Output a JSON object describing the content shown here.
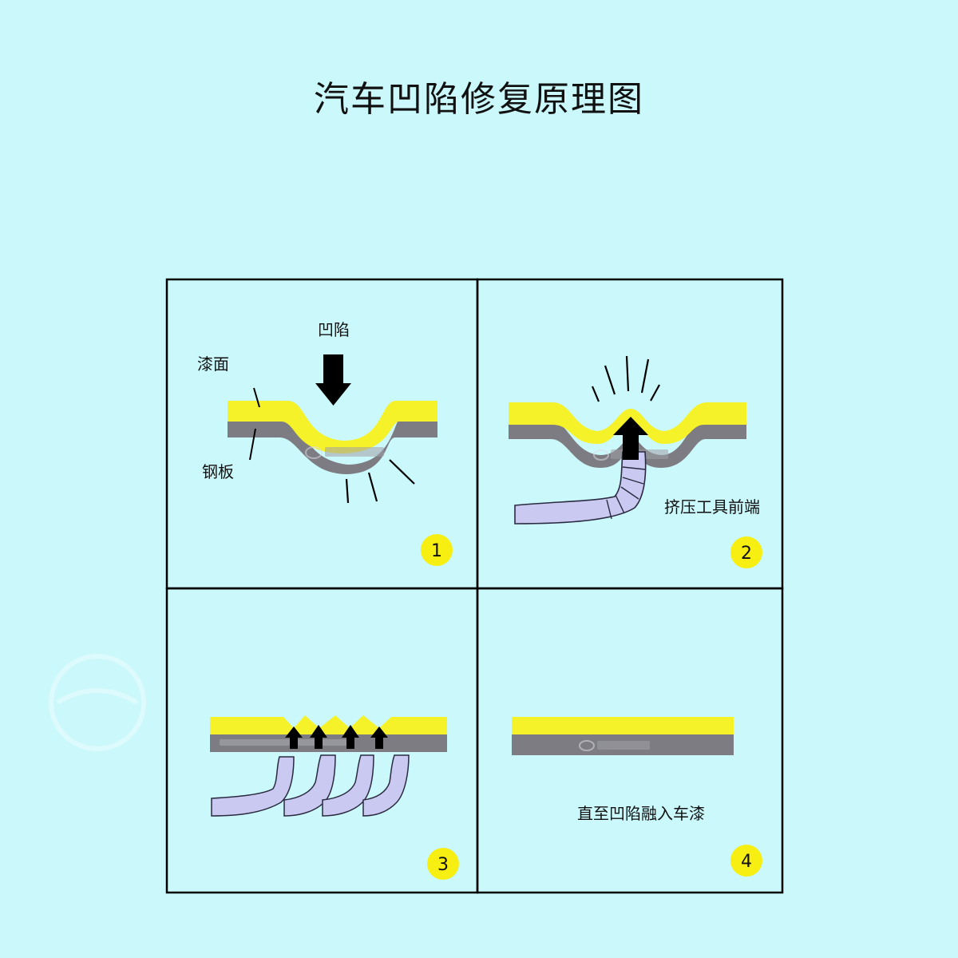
{
  "title": "汽车凹陷修复原理图",
  "colors": {
    "background": "#cbf8fb",
    "paint_layer": "#f5f229",
    "steel_layer": "#7c7c82",
    "tool": "#c9c9f2",
    "step_badge": "#f7ee12",
    "border": "#000000"
  },
  "panels": [
    {
      "step": "1",
      "labels": {
        "dent": "凹陷",
        "paint": "漆面",
        "steel": "钢板"
      }
    },
    {
      "step": "2",
      "labels": {
        "tool": "挤压工具前端"
      }
    },
    {
      "step": "3",
      "labels": {}
    },
    {
      "step": "4",
      "labels": {
        "result": "直至凹陷融入车漆"
      }
    }
  ]
}
